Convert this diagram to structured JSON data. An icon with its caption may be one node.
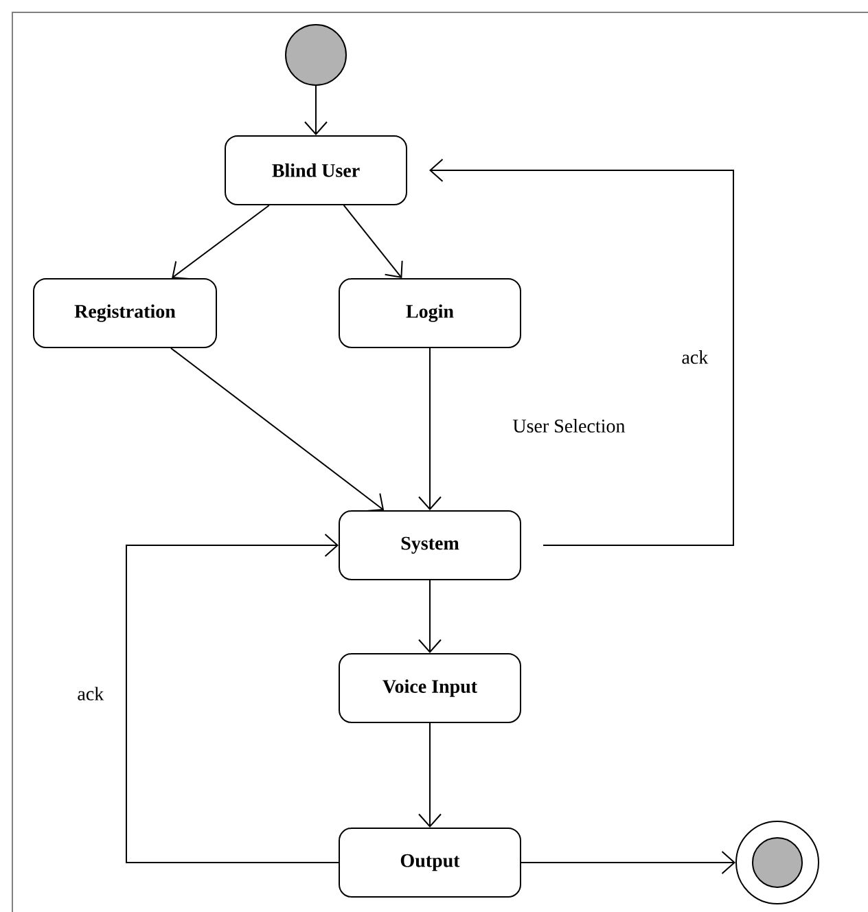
{
  "diagram": {
    "nodes": [
      {
        "text": [],
        "shape": "circle"
      },
      {
        "text": [
          "Blind User"
        ]
      },
      {
        "text": [
          "Registration"
        ]
      },
      {
        "text": [
          "Login"
        ]
      },
      {
        "text": [
          "System"
        ]
      },
      {
        "text": [
          "Voice Input"
        ]
      },
      {
        "text": [
          "Output"
        ]
      },
      {
        "text": [],
        "shape": "circle"
      }
    ],
    "edges": [
      {
        "from": 0,
        "to": 1,
        "arrow": "to"
      },
      {
        "from": 1,
        "to": 2,
        "arrow": "to"
      },
      {
        "from": 1,
        "to": 3,
        "arrow": "to"
      },
      {
        "from": 2,
        "to": 4,
        "arrow": "to"
      },
      {
        "from": 3,
        "to": 4,
        "arrow": "to",
        "label": "User Selection"
      },
      {
        "from": 4,
        "to": 1,
        "arrow": "to",
        "label": "ack"
      },
      {
        "from": 4,
        "to": 5,
        "arrow": "to"
      },
      {
        "from": 5,
        "to": 6,
        "arrow": "to"
      },
      {
        "from": 6,
        "to": 4,
        "arrow": "to",
        "label": "ack"
      },
      {
        "from": 6,
        "to": 7,
        "arrow": "to"
      }
    ]
  }
}
